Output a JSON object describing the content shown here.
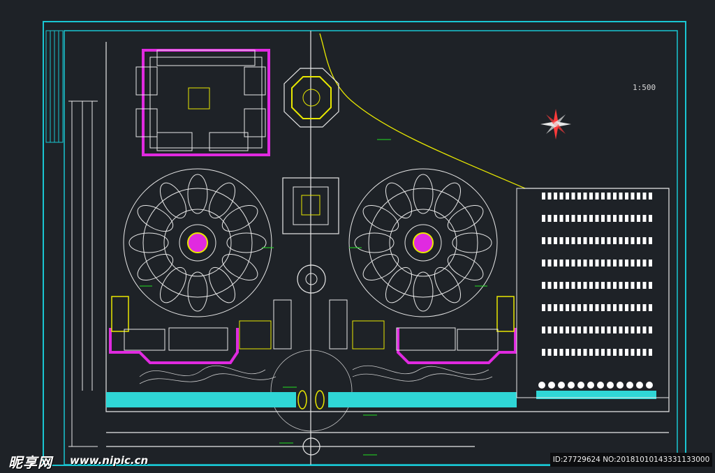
{
  "drawing": {
    "scale_label": "1:500",
    "colors": {
      "background": "#1e2227",
      "frame": "#19c6d2",
      "lines": "#e8e8e8",
      "building": "#e02ae0",
      "dimension": "#21e021",
      "road_edge": "#e8e800",
      "water": "#2fd6d6",
      "parking": "#ffffff"
    },
    "parking_rows": 8
  },
  "watermark": {
    "logo": "昵享网",
    "url": "www.nipic.cn",
    "id_text": "ID:27729624 NO:20181010143331133000"
  }
}
